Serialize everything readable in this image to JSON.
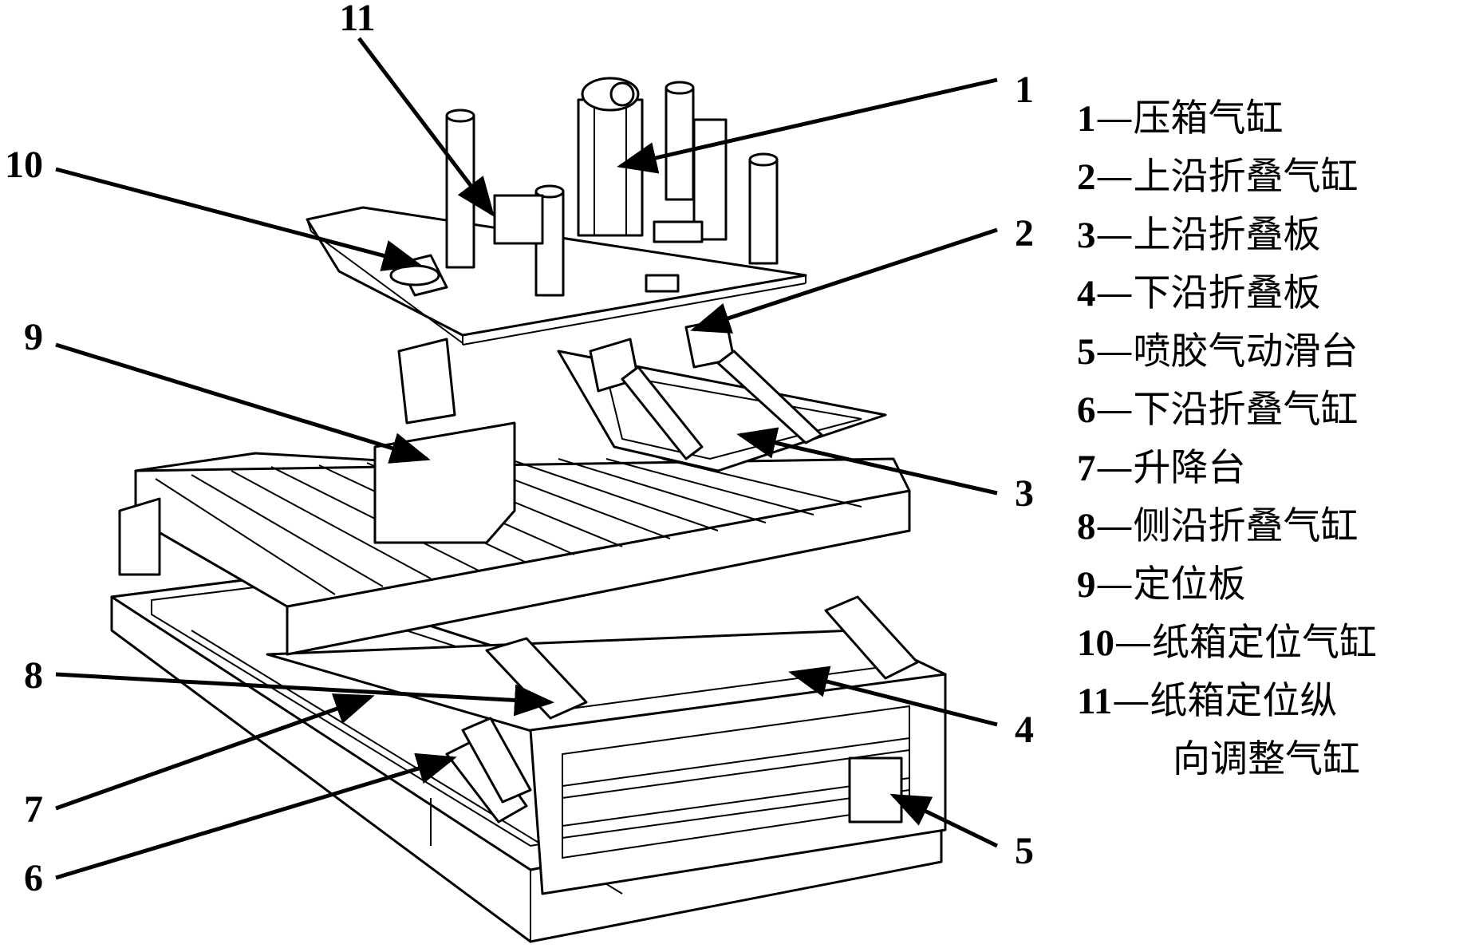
{
  "callouts": [
    "1",
    "2",
    "3",
    "4",
    "5",
    "6",
    "7",
    "8",
    "9",
    "10",
    "11"
  ],
  "legend": [
    {
      "num": "1",
      "sep": "—",
      "text": "压箱气缸"
    },
    {
      "num": "2",
      "sep": "—",
      "text": "上沿折叠气缸"
    },
    {
      "num": "3",
      "sep": "—",
      "text": "上沿折叠板"
    },
    {
      "num": "4",
      "sep": "—",
      "text": "下沿折叠板"
    },
    {
      "num": "5",
      "sep": "—",
      "text": "喷胶气动滑台"
    },
    {
      "num": "6",
      "sep": "—",
      "text": "下沿折叠气缸"
    },
    {
      "num": "7",
      "sep": "—",
      "text": "升降台"
    },
    {
      "num": "8",
      "sep": "—",
      "text": "侧沿折叠气缸"
    },
    {
      "num": "9",
      "sep": "—",
      "text": "定位板"
    },
    {
      "num": "10",
      "sep": "—",
      "text": "纸箱定位气缸"
    },
    {
      "num": "11",
      "sep": "—",
      "text": "纸箱定位纵"
    }
  ],
  "legend_continuation": "向调整气缸"
}
